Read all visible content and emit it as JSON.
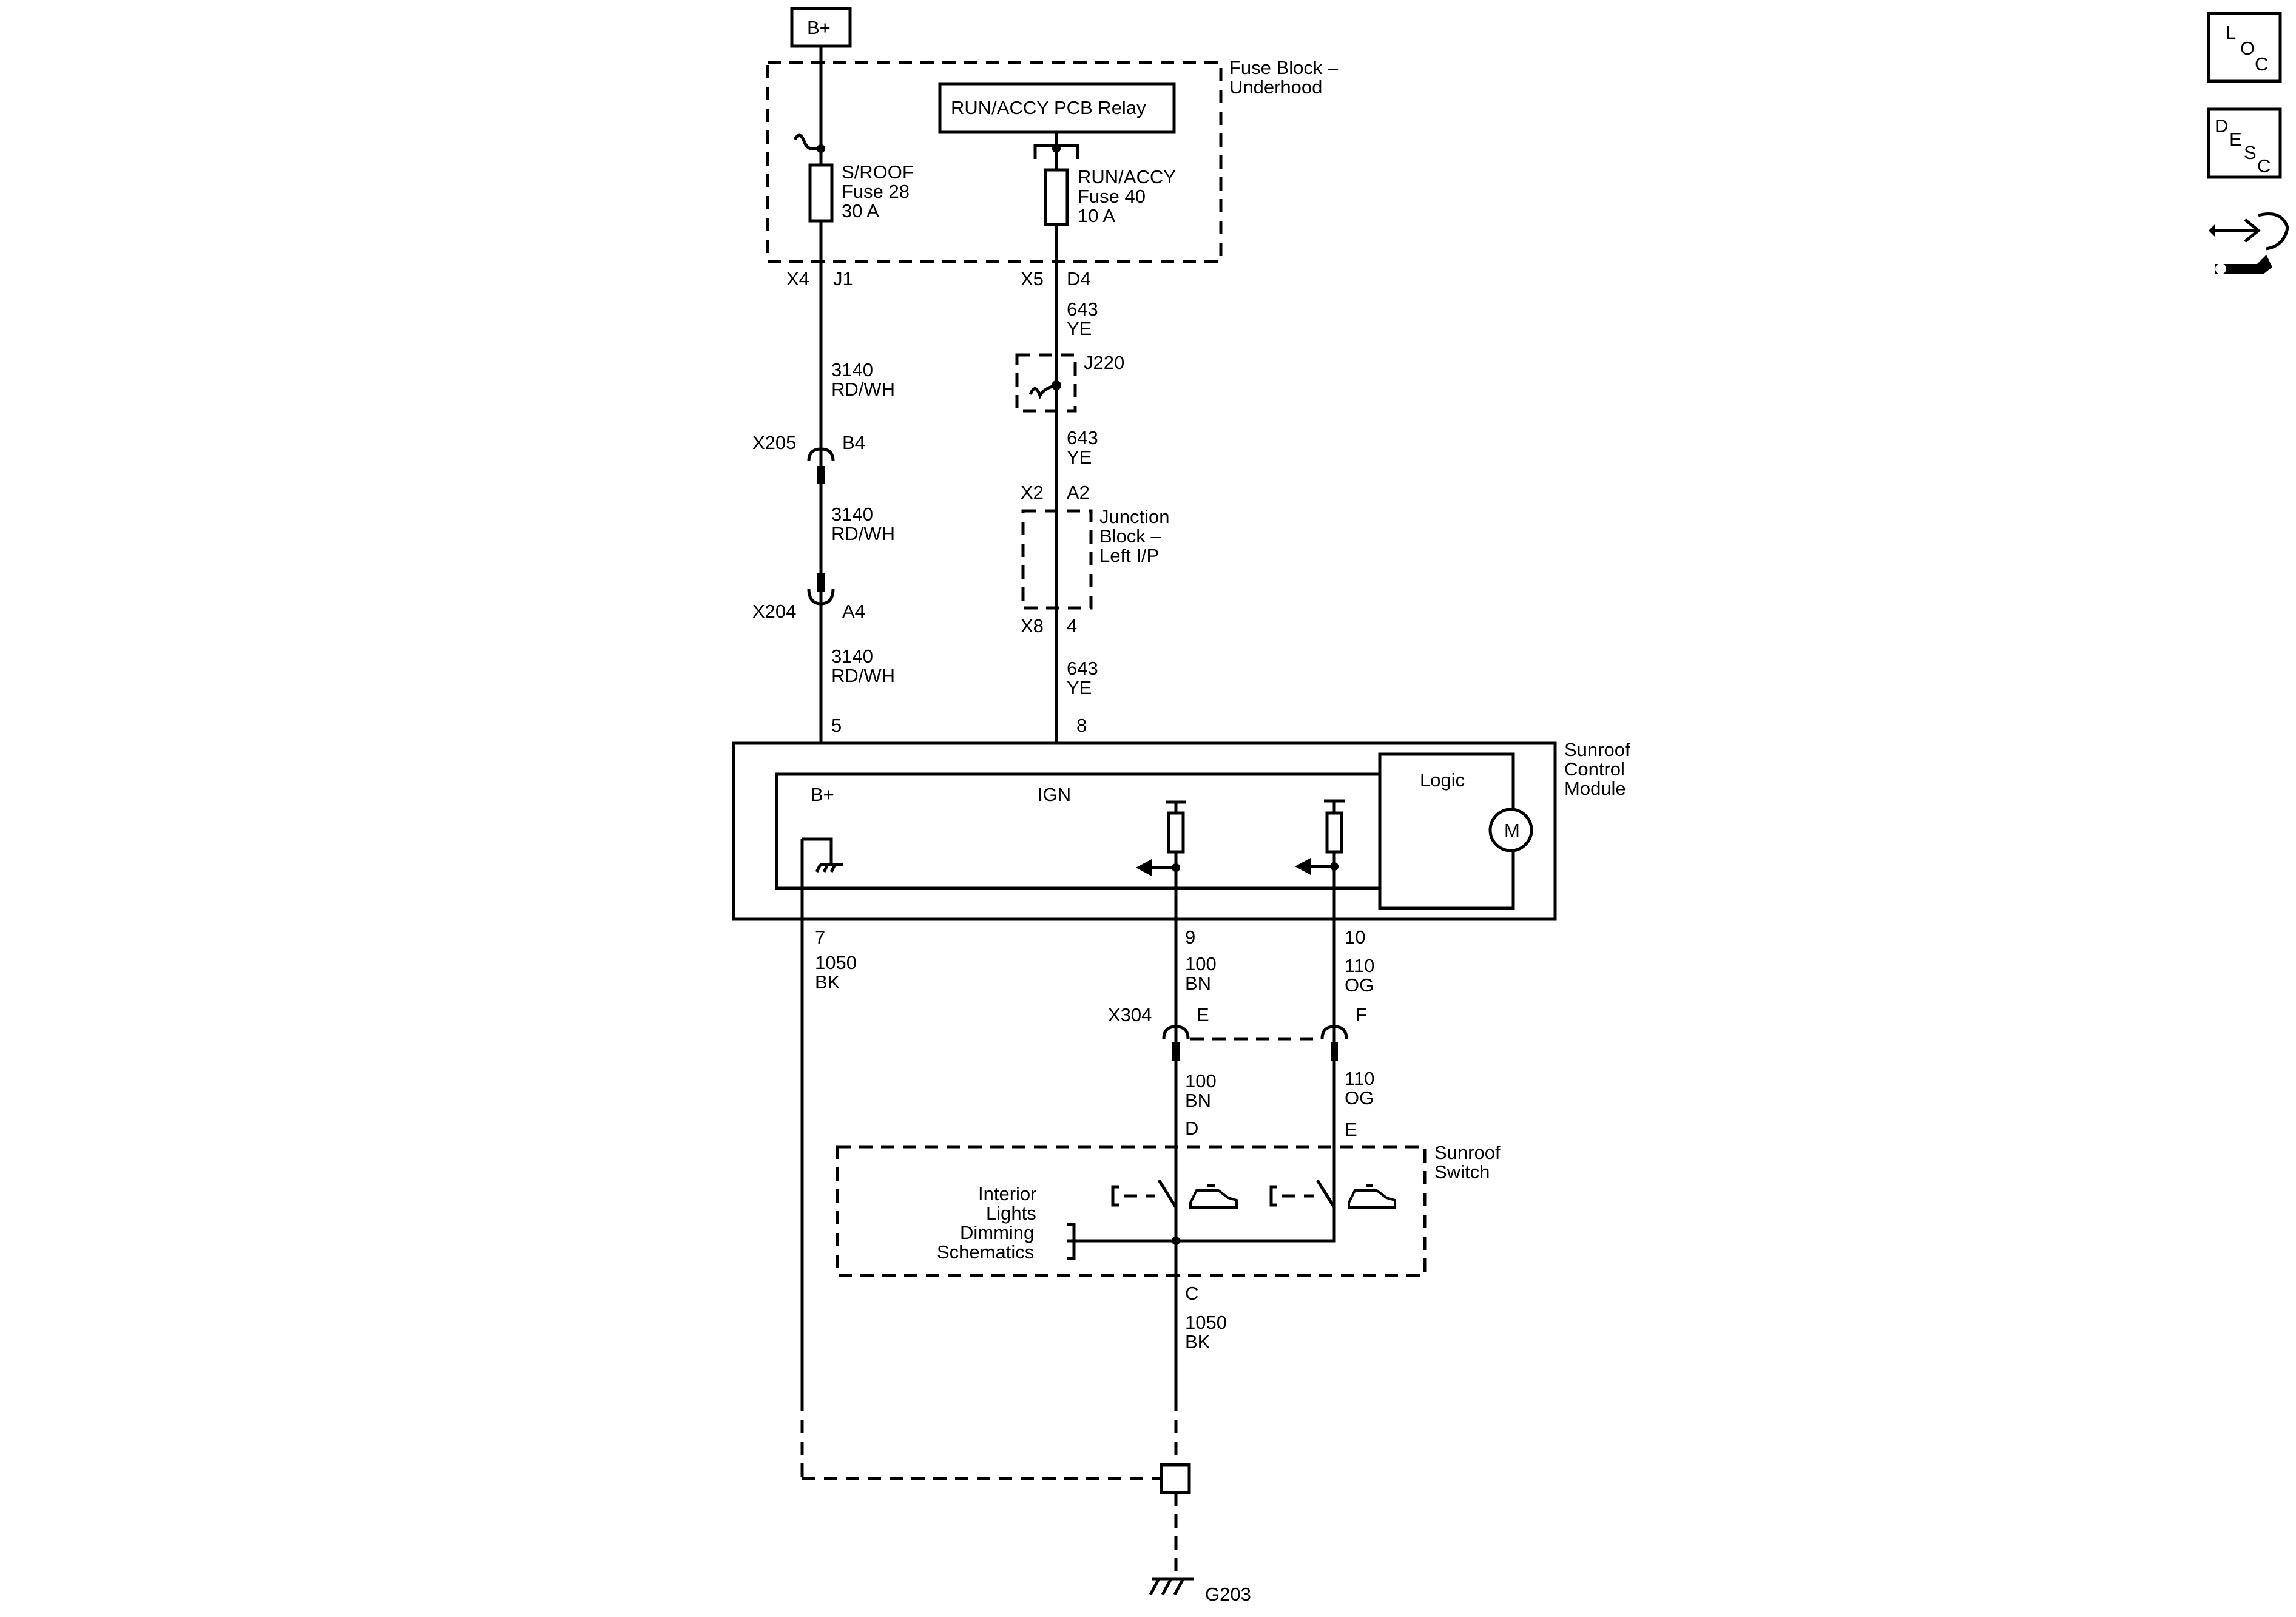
{
  "supply": {
    "label": "B+"
  },
  "fuse_block": {
    "label_line1": "Fuse Block –",
    "label_line2": "Underhood"
  },
  "relay": {
    "label": "RUN/ACCY PCB Relay"
  },
  "fuse_sroof": {
    "line1": "S/ROOF",
    "line2": "Fuse 28",
    "line3": "30 A"
  },
  "fuse_runaccy": {
    "line1": "RUN/ACCY",
    "line2": "Fuse 40",
    "line3": "10 A"
  },
  "circuit_left": {
    "conn_x4": "X4",
    "pin_j1": "J1",
    "wire1_num": "3140",
    "wire1_color": "RD/WH",
    "conn_x205": "X205",
    "pin_b4": "B4",
    "wire2_num": "3140",
    "wire2_color": "RD/WH",
    "conn_x204": "X204",
    "pin_a4": "A4",
    "wire3_num": "3140",
    "wire3_color": "RD/WH",
    "pin_5": "5"
  },
  "circuit_mid": {
    "conn_x5": "X5",
    "pin_d4": "D4",
    "wire1_num": "643",
    "wire1_color": "YE",
    "splice_j220": "J220",
    "wire2_num": "643",
    "wire2_color": "YE",
    "conn_x2": "X2",
    "pin_a2": "A2",
    "jb_line1": "Junction",
    "jb_line2": "Block –",
    "jb_line3": "Left I/P",
    "conn_x8": "X8",
    "pin_4": "4",
    "wire3_num": "643",
    "wire3_color": "YE",
    "pin_8": "8"
  },
  "module": {
    "label_line1": "Sunroof",
    "label_line2": "Control",
    "label_line3": "Module",
    "b_plus": "B+",
    "ign": "IGN",
    "logic": "Logic",
    "motor": "M"
  },
  "lower": {
    "pin_7": "7",
    "wire_gnd_num": "1050",
    "wire_gnd_color": "BK",
    "pin_9": "9",
    "wire9_num": "100",
    "wire9_color": "BN",
    "pin_10": "10",
    "wire10_num": "110",
    "wire10_color": "OG",
    "conn_x304": "X304",
    "pin_e": "E",
    "pin_f": "F",
    "wire9b_num": "100",
    "wire9b_color": "BN",
    "pin_d": "D",
    "wire10b_num": "110",
    "wire10b_color": "OG",
    "pin_e2": "E",
    "switch_line1": "Sunroof",
    "switch_line2": "Switch",
    "ild_line1": "Interior",
    "ild_line2": "Lights",
    "ild_line3": "Dimming",
    "ild_line4": "Schematics",
    "pin_c": "C",
    "wire_c_num": "1050",
    "wire_c_color": "BK",
    "ground": "G203"
  },
  "side_icons": {
    "loc_l": "L",
    "loc_o": "O",
    "loc_c": "C",
    "desc_d": "D",
    "desc_e": "E",
    "desc_s": "S",
    "desc_c": "C",
    "loc_icon": "location-icon",
    "desc_icon": "description-icon",
    "connector_icon": "connector-repair-icon"
  }
}
